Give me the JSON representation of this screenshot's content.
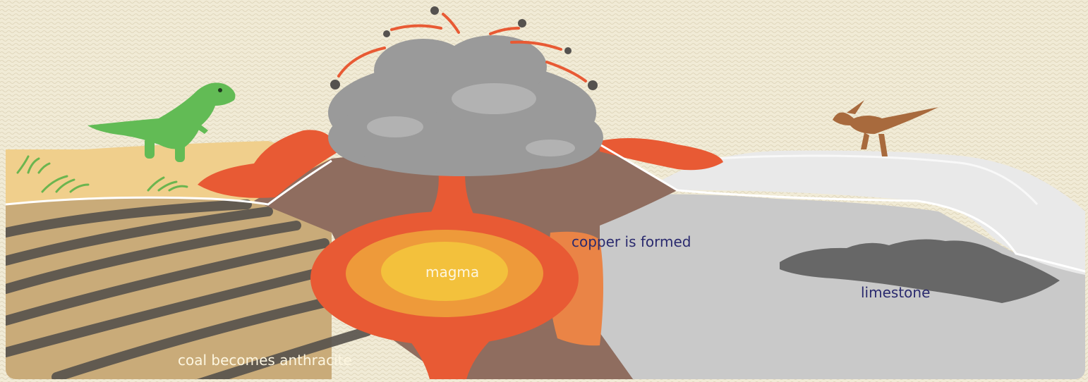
{
  "labels": {
    "magma": "magma",
    "copper": "copper is formed",
    "limestone": "limestone",
    "coal": "coal becomes anthracite"
  },
  "colors": {
    "background": "#f1ebd6",
    "sand_surface": "#f0cf8c",
    "sediment": "#c9ab79",
    "coal_band": "#56524c",
    "volcano_rock": "#8f6d5f",
    "lava_outer": "#e85a34",
    "magma_mid": "#ee9a3a",
    "magma_core": "#f3c13c",
    "copper_zone": "#ea8446",
    "limestone": "#c9c9c9",
    "limestone_dark": "#676767",
    "snow_surface": "#e9e9e9",
    "ash_cloud": "#9a9a9a",
    "trex": "#62bb55",
    "pterosaur": "#a86a3d",
    "label_text": "#2a2a6e"
  },
  "icons": [
    "t-rex-icon",
    "pterosaur-icon",
    "ash-cloud-icon",
    "volcanic-bomb-icon",
    "plant-icon"
  ]
}
